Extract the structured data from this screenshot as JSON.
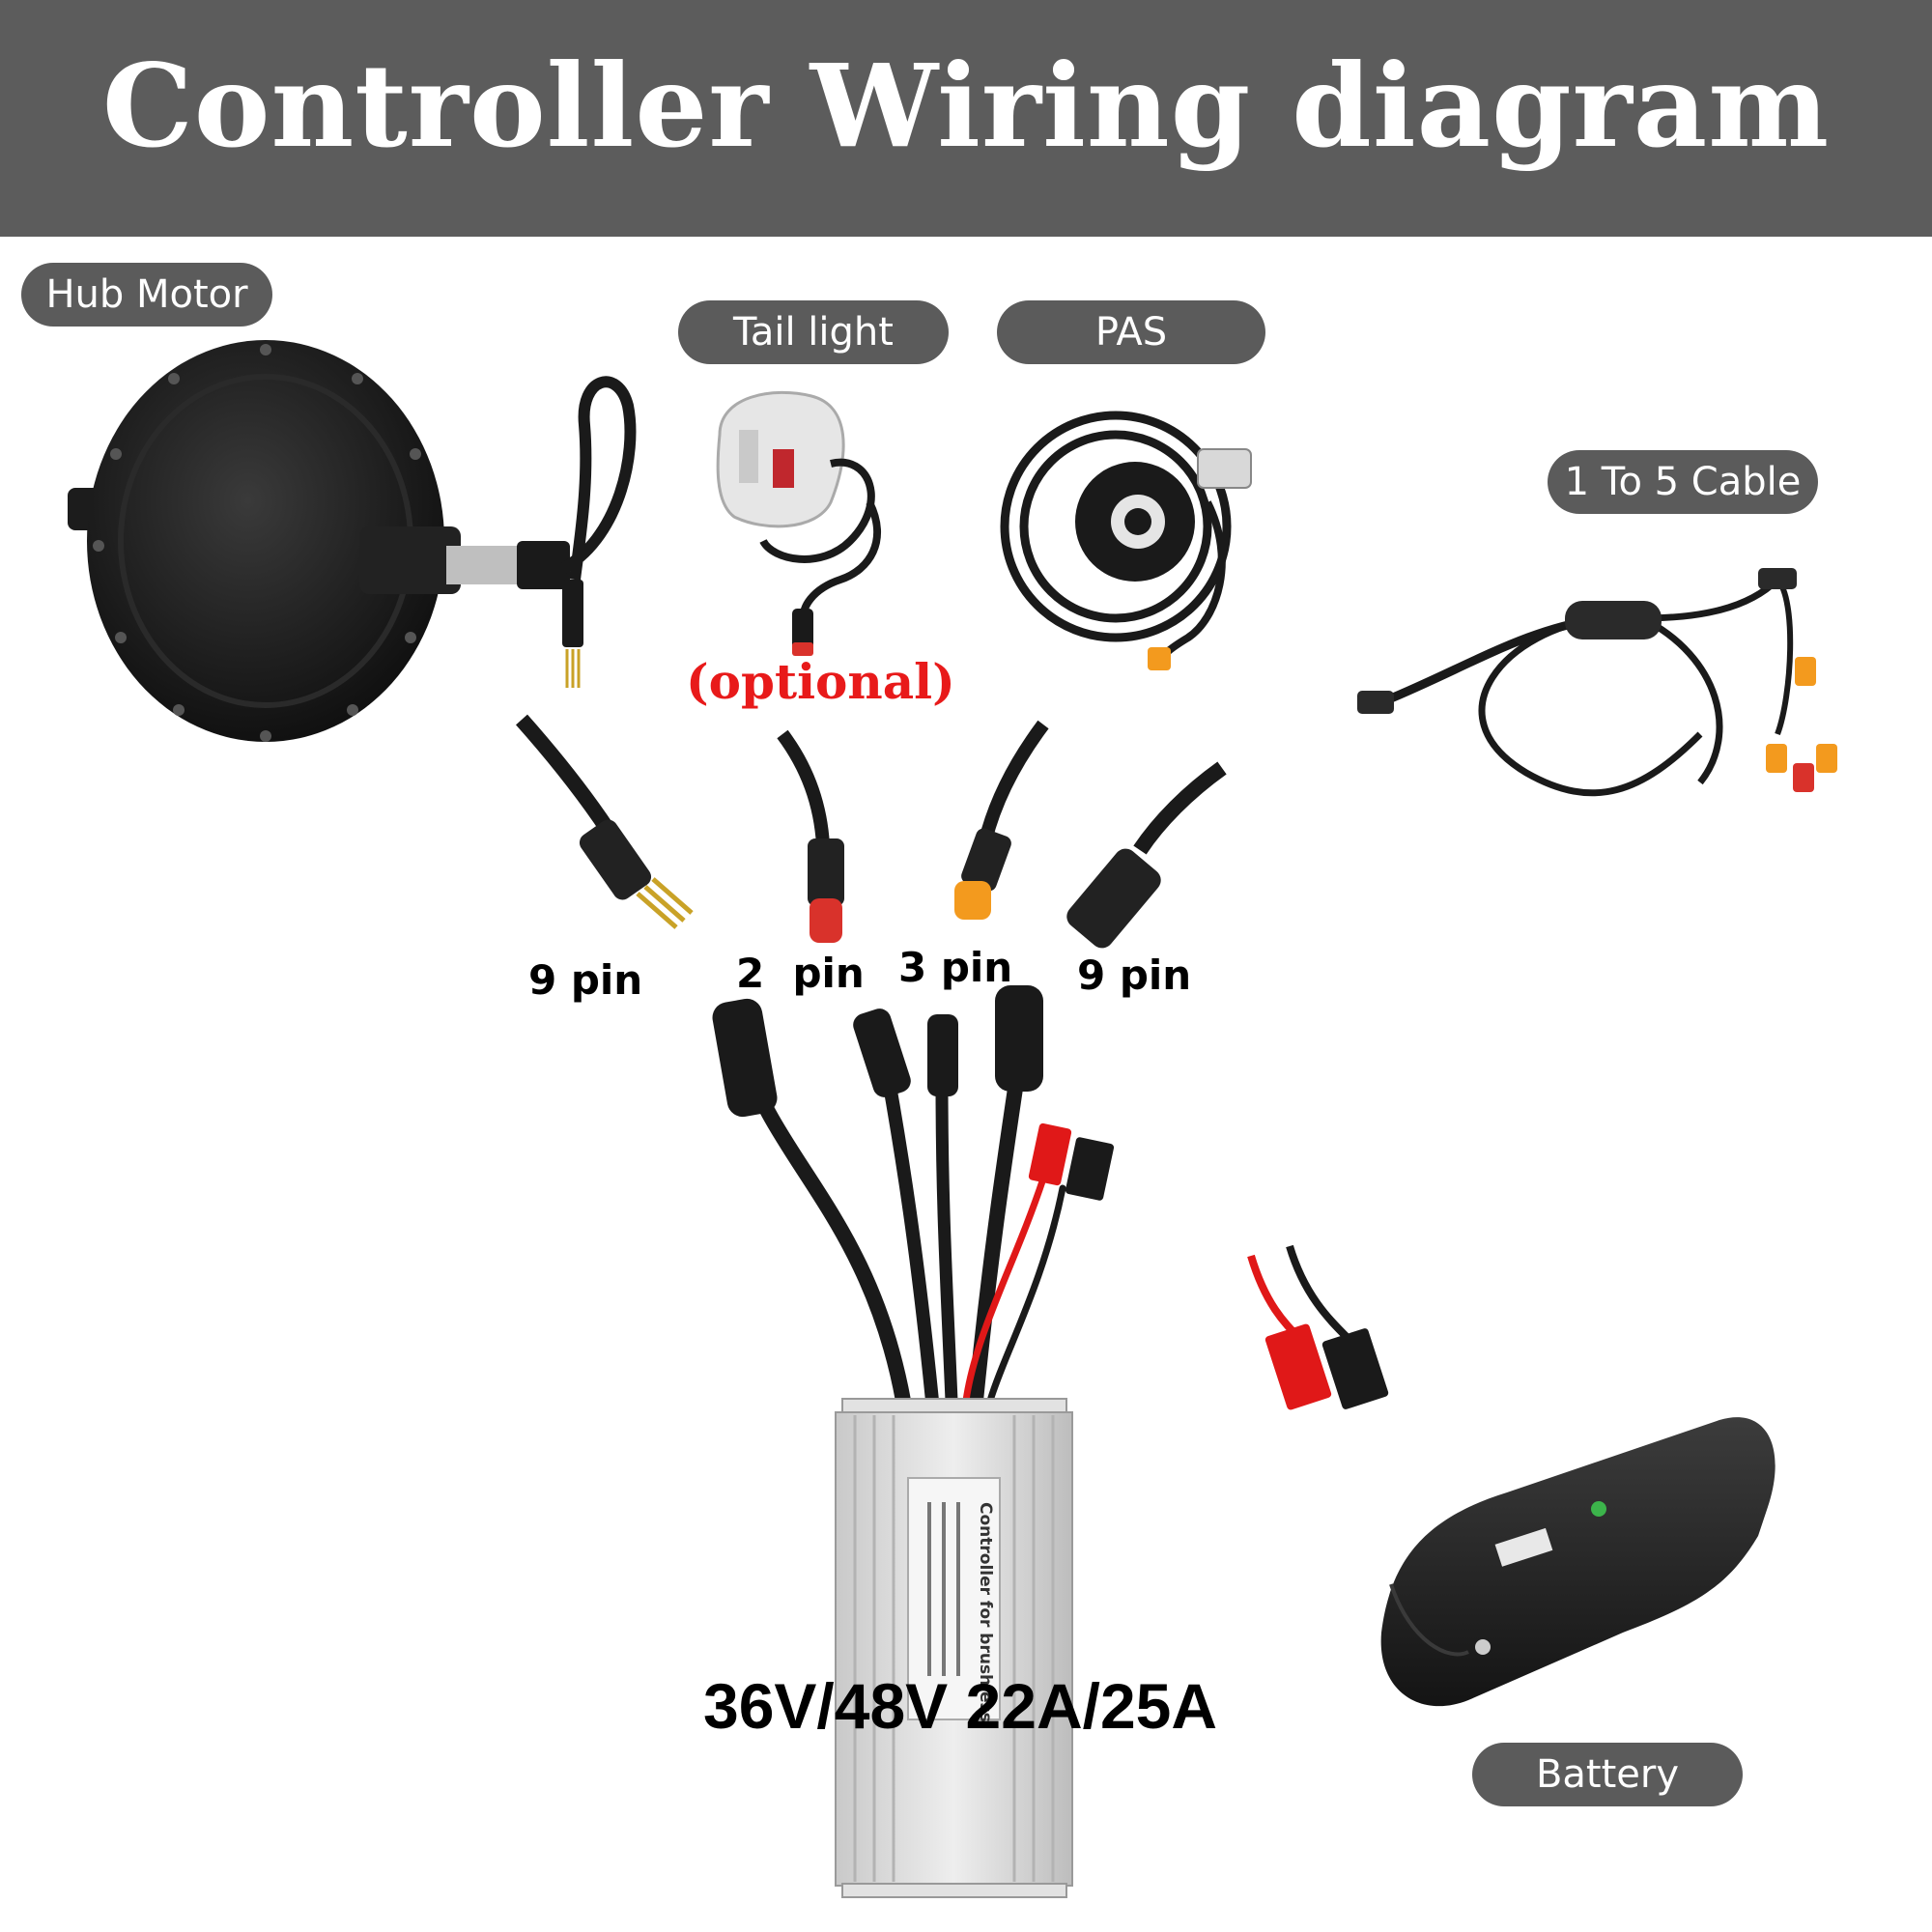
{
  "title": "Controller Wiring diagram",
  "labels": {
    "hub_motor": "Hub Motor",
    "tail_light": "Tail light",
    "pas": "PAS",
    "cable": "1 To 5 Cable",
    "battery": "Battery"
  },
  "optional_note": "(optional)",
  "pins": {
    "motor": "9 pin",
    "tail_light": "2  pin",
    "pas": "3 pin",
    "cable": "9 pin"
  },
  "controller": {
    "rating": "36V/48V 22A/25A",
    "plate_title": "Controller for brushless"
  },
  "colors": {
    "header": "#5c5c5c",
    "pill": "#5b5b5b",
    "optional": "#e81a1a",
    "connector_orange": "#f39a1e",
    "connector_red": "#d9322b",
    "wire_red": "#e01818"
  }
}
